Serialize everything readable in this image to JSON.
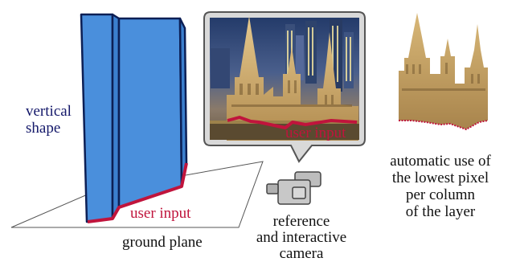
{
  "labels": {
    "vertical_shape": [
      "vertical",
      "shape"
    ],
    "user_input_left": "user input",
    "user_input_photo": "user input",
    "ground_plane": "ground plane",
    "camera_caption": [
      "reference",
      "and interactive",
      "camera"
    ],
    "auto_caption": [
      "automatic use of",
      "the lowest pixel",
      "per column",
      "of the layer"
    ]
  },
  "colors": {
    "panel_blue": "#4a8fdc",
    "panel_edge": "#0c1f55",
    "user_input_red": "#c0143c",
    "label_blue": "#14186a",
    "text": "#111111",
    "callout_border": "#555555",
    "callout_fill": "#d9d9d9",
    "camera_body": "#c8c8c8"
  },
  "icons": {
    "panels": "vertical-panel-shape",
    "photo": "cathedral-night-photo",
    "camera": "video-camera-icon",
    "cutout": "cathedral-cutout-layer"
  }
}
